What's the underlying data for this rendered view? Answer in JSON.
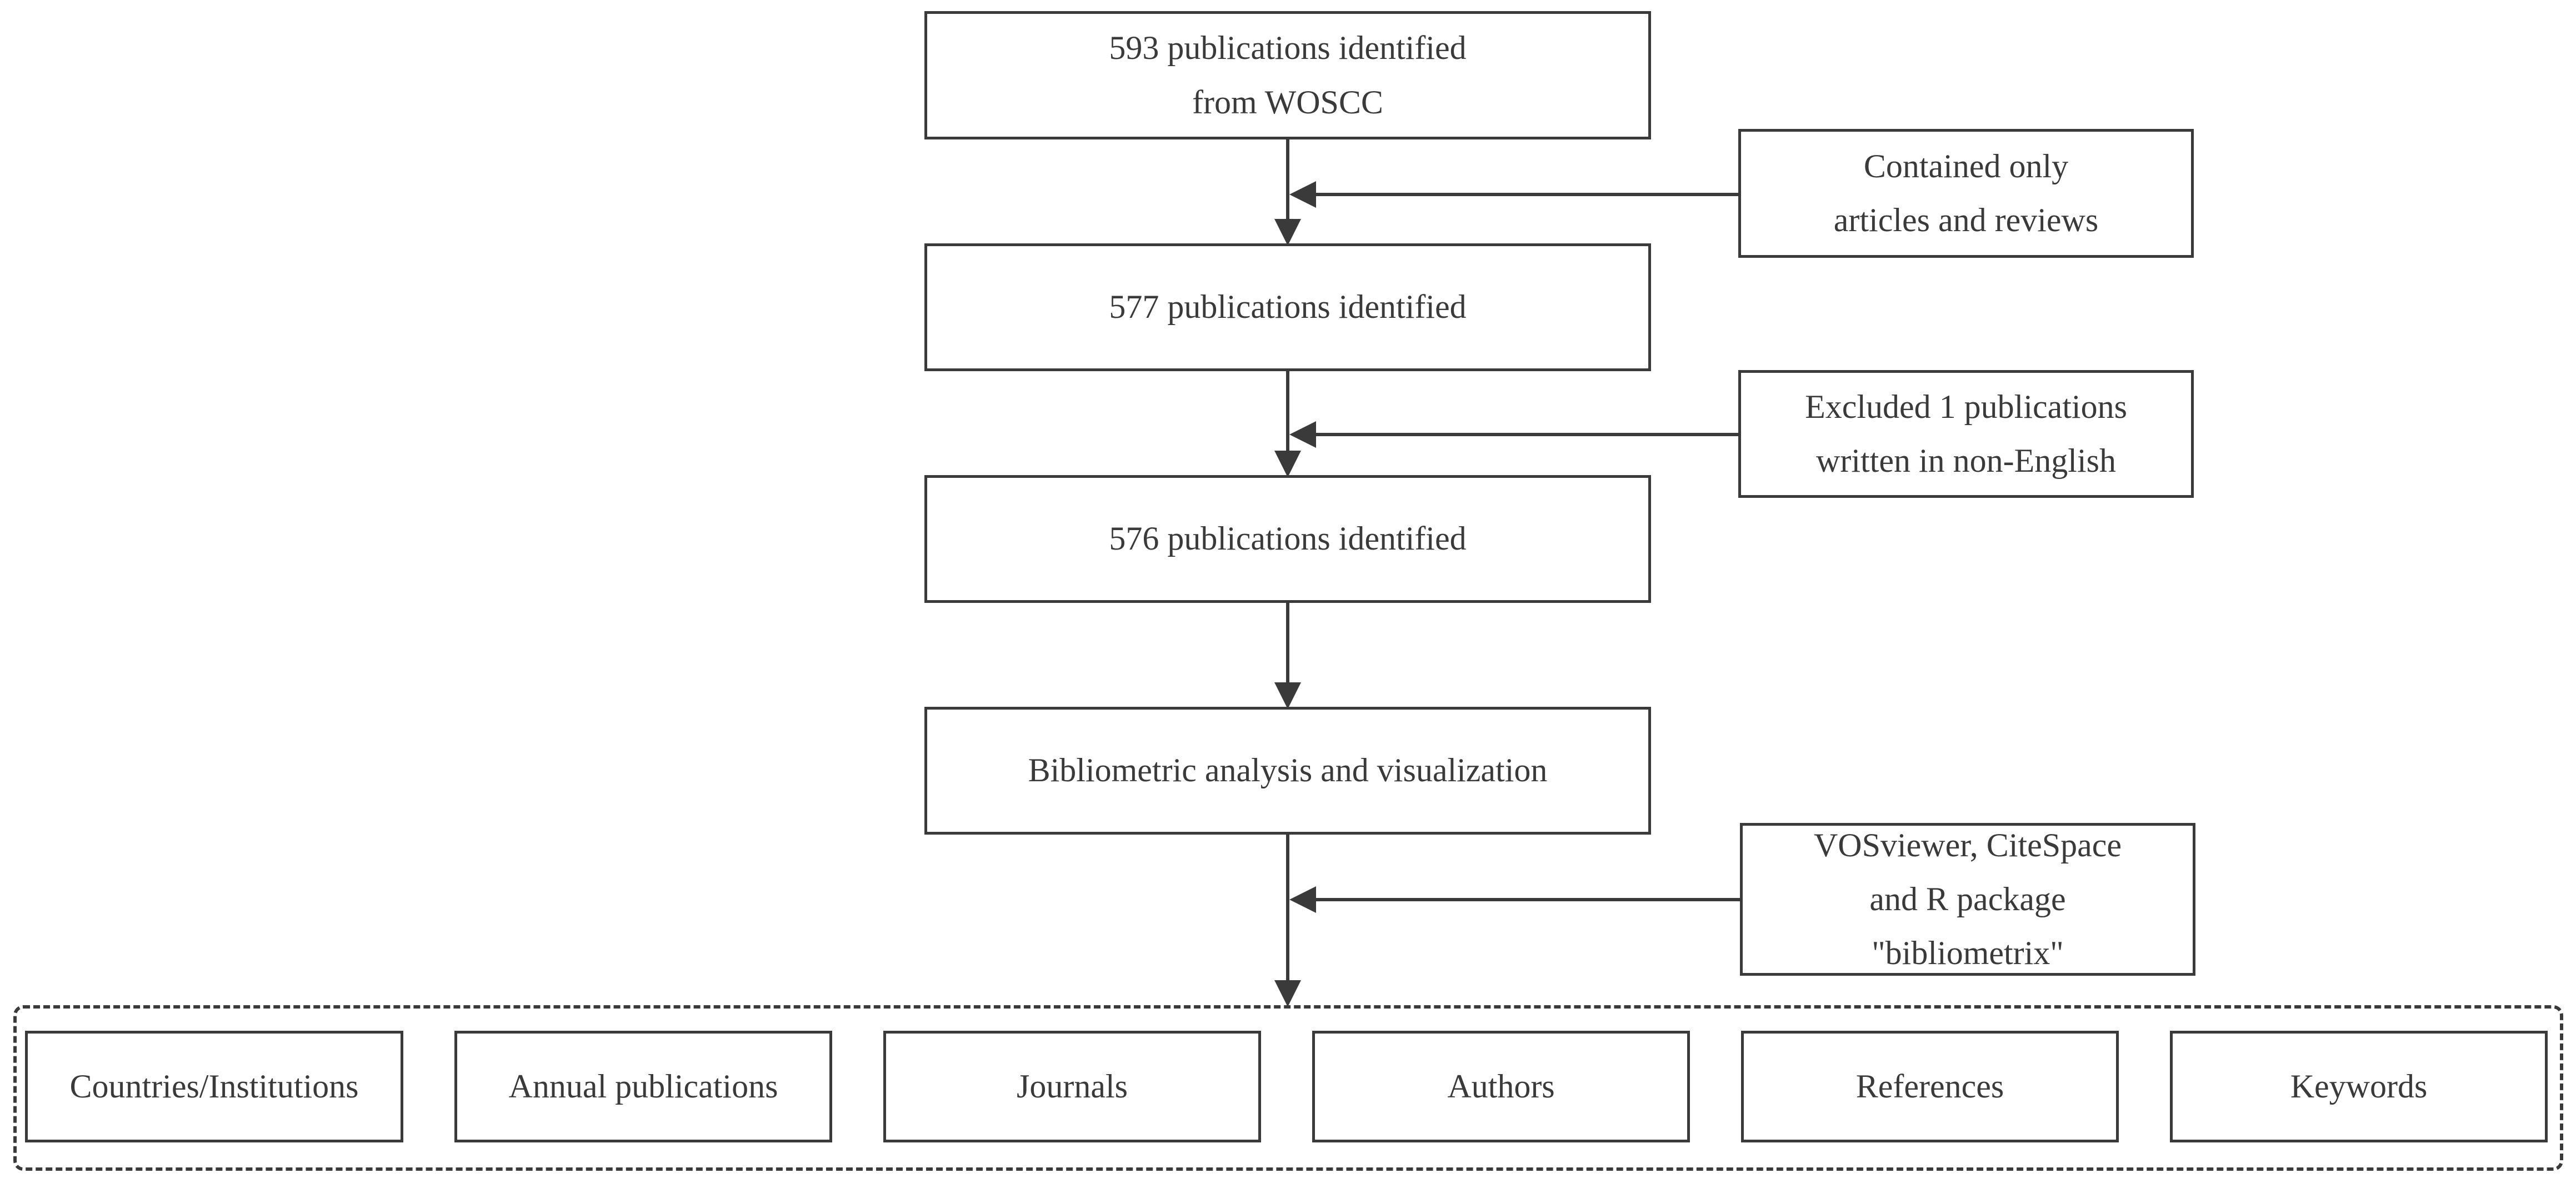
{
  "flow": {
    "step1": {
      "line1": "593 publications identified",
      "line2": "from WOSCC"
    },
    "step2": {
      "text": "577 publications identified"
    },
    "step3": {
      "text": "576 publications identified"
    },
    "step4": {
      "text": "Bibliometric analysis and visualization"
    }
  },
  "side_notes": {
    "filter1": {
      "line1": "Contained only",
      "line2": "articles and reviews"
    },
    "filter2": {
      "line1": "Excluded 1 publications",
      "line2": "written in non-English"
    },
    "tools": {
      "line1": "VOSviewer, CiteSpace",
      "line2": "and R package",
      "line3": "\"bibliometrix\""
    }
  },
  "outputs": [
    {
      "label": "Countries/Institutions"
    },
    {
      "label": "Annual publications"
    },
    {
      "label": "Journals"
    },
    {
      "label": "Authors"
    },
    {
      "label": "References"
    },
    {
      "label": "Keywords"
    }
  ],
  "colors": {
    "stroke": "#3a3a3a",
    "background": "#ffffff"
  }
}
